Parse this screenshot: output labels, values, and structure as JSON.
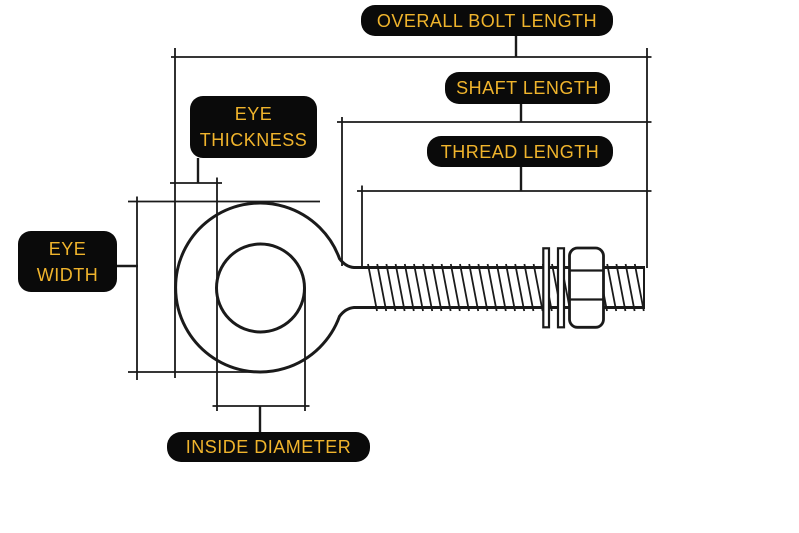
{
  "theme": {
    "background": "#ffffff",
    "label_bg": "#0a0a0a",
    "label_text": "#f0b42c",
    "line_color": "#1a1a1a"
  },
  "diagram": {
    "labels": {
      "overall_bolt_length": "OVERALL BOLT LENGTH",
      "shaft_length": "SHAFT LENGTH",
      "thread_length": "THREAD LENGTH",
      "eye_thickness": "EYE THICKNESS",
      "eye_width": "EYE WIDTH",
      "inside_diameter": "INSIDE DIAMETER"
    }
  }
}
